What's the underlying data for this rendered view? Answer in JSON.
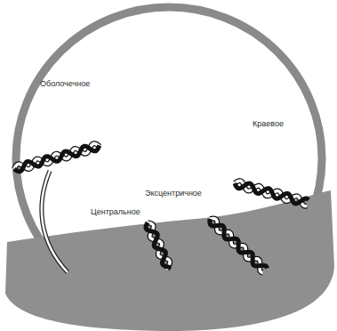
{
  "diagram": {
    "labels": [
      "Оболочечное",
      "Краевое",
      "Эксцентричное",
      "Центральное"
    ]
  }
}
